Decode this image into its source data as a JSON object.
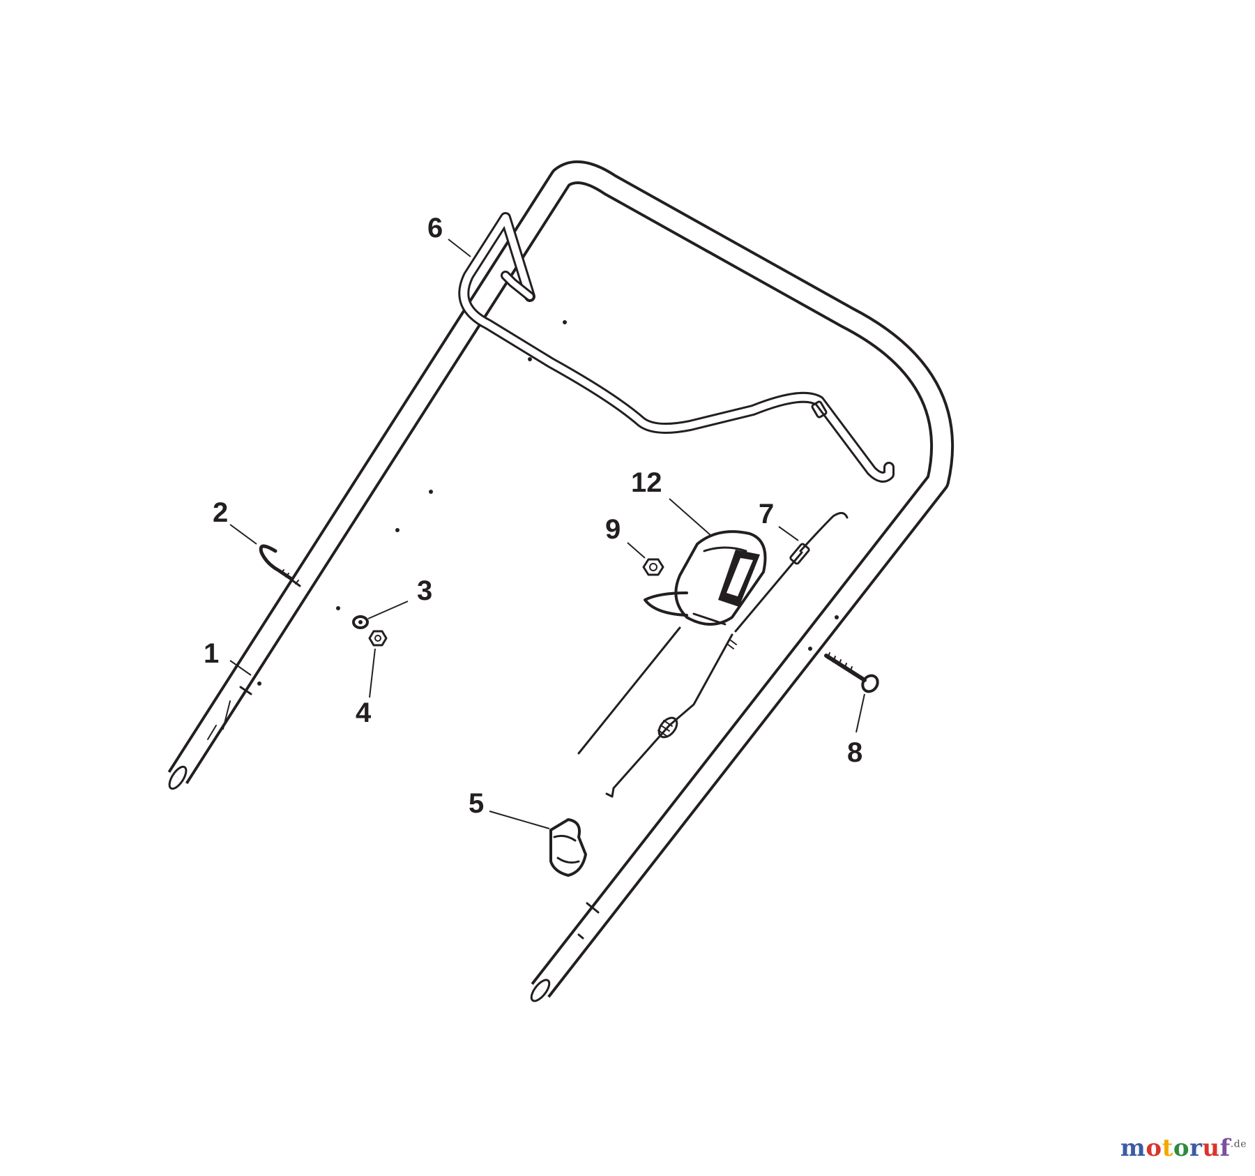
{
  "diagram": {
    "callouts": [
      {
        "id": "1",
        "text": "1"
      },
      {
        "id": "2",
        "text": "2"
      },
      {
        "id": "3",
        "text": "3"
      },
      {
        "id": "4",
        "text": "4"
      },
      {
        "id": "5",
        "text": "5"
      },
      {
        "id": "6",
        "text": "6"
      },
      {
        "id": "7",
        "text": "7"
      },
      {
        "id": "8",
        "text": "8"
      },
      {
        "id": "9",
        "text": "9"
      },
      {
        "id": "12",
        "text": "12"
      }
    ]
  },
  "watermark": {
    "name": "motoruf",
    "tld": ".de",
    "colors": [
      "#3b5ba5",
      "#d9342b",
      "#f2a900",
      "#2e8b3e",
      "#3b5ba5",
      "#d9342b",
      "#7a4fa0"
    ]
  }
}
